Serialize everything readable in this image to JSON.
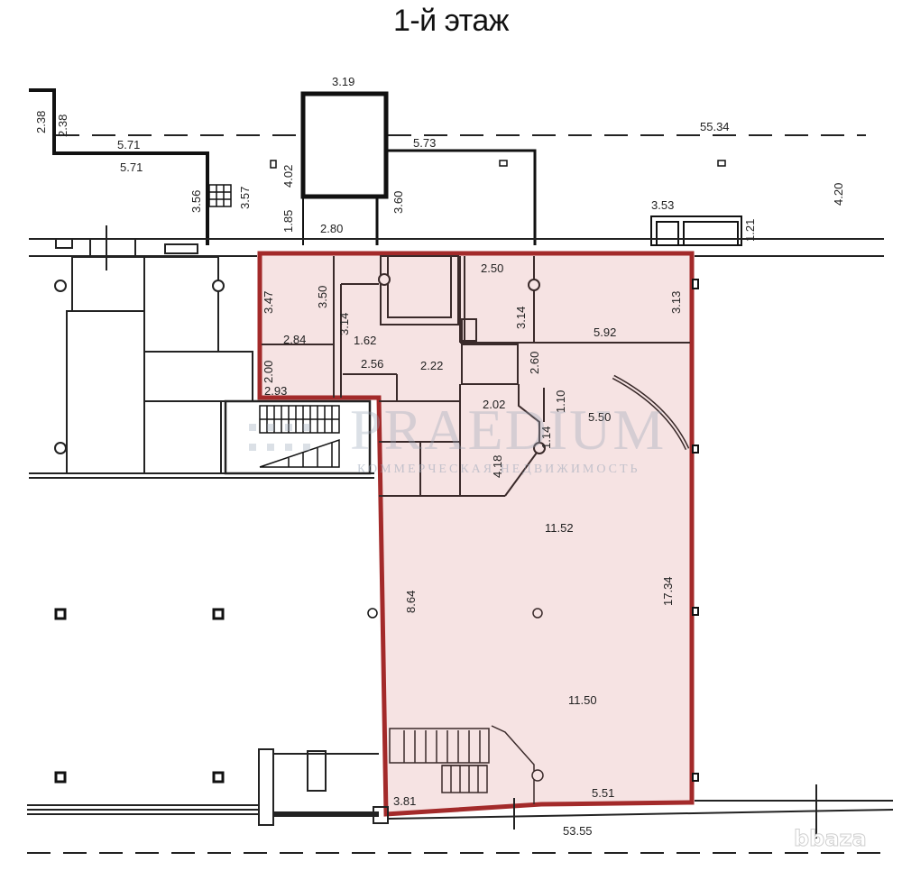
{
  "title": "1-й этаж",
  "watermark": {
    "brand": "PRAEDIUM",
    "tagline": "КОММЕРЧЕСКАЯ НЕДВИЖИМОСТЬ",
    "site_badge": "bbaza"
  },
  "colors": {
    "highlight_outline": "#a32a2a",
    "highlight_fill": "#f6e3e3",
    "walls": "#222222",
    "background": "#ffffff"
  },
  "dimensions": {
    "top_left_2_38_a": "2.38",
    "top_left_2_38_b": "2.38",
    "top_5_71_a": "5.71",
    "top_5_71_b": "5.71",
    "stair_3_56": "3.56",
    "stair_3_57": "3.57",
    "shaft_3_19": "3.19",
    "shaft_4_02": "4.02",
    "entry_1_85": "1.85",
    "entry_2_80": "2.80",
    "wall_3_60": "3.60",
    "top_5_73": "5.73",
    "overall_top_55_34": "55.34",
    "porch_3_53": "3.53",
    "porch_1_21": "1.21",
    "side_4_20": "4.20",
    "room_3_47": "3.47",
    "room_3_50": "3.50",
    "room_3_14_a": "3.14",
    "room_2_84": "2.84",
    "room_1_62": "1.62",
    "room_2_00": "2.00",
    "room_2_93": "2.93",
    "room_2_56": "2.56",
    "room_2_22": "2.22",
    "room_2_50": "2.50",
    "room_3_14_b": "3.14",
    "room_3_13": "3.13",
    "room_5_92": "5.92",
    "room_2_60": "2.60",
    "room_2_02": "2.02",
    "room_1_10": "1.10",
    "room_1_14": "1.14",
    "room_5_50": "5.50",
    "room_4_18": "4.18",
    "hall_11_52": "11.52",
    "hall_8_64": "8.64",
    "hall_17_34": "17.34",
    "hall_11_50": "11.50",
    "stair_3_81": "3.81",
    "bottom_5_51": "5.51",
    "overall_bottom_53_55": "53.55"
  }
}
